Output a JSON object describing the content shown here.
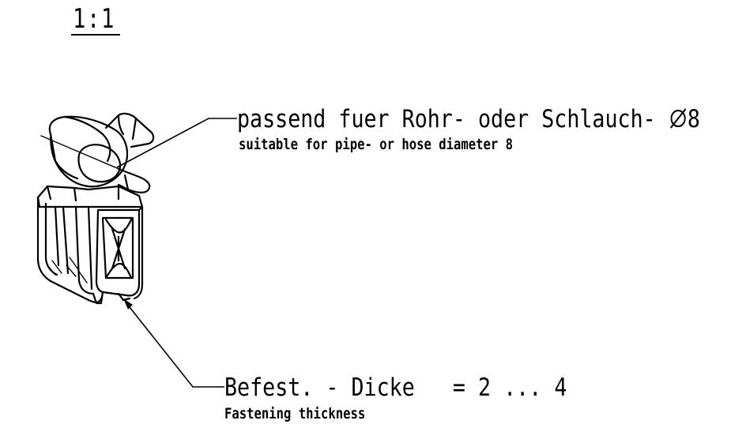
{
  "scale": "1:1",
  "notes": {
    "diameter_de_prefix": "passend fuer Rohr- oder Schlauch-",
    "diameter_symbol": "diameter-symbol",
    "diameter_value": "8",
    "diameter_en": "suitable for pipe- or hose diameter 8",
    "thickness_de_label": "Befest. - Dicke",
    "thickness_de_value": "= 2 ... 4",
    "thickness_en": "Fastening thickness"
  },
  "colors": {
    "line": "#000000",
    "background": "#ffffff"
  }
}
